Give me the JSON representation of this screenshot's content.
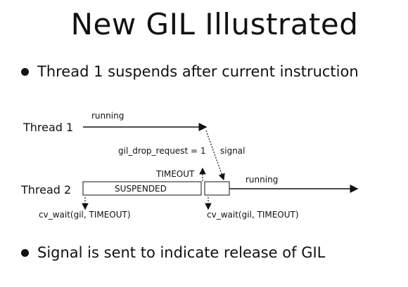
{
  "slide": {
    "title": "New GIL Illustrated",
    "bullets": [
      "Thread 1 suspends after current instruction",
      "Signal is sent to indicate release of GIL"
    ]
  },
  "diagram": {
    "thread1_label": "Thread 1",
    "thread2_label": "Thread 2",
    "running_label_1": "running",
    "running_label_2": "running",
    "gil_drop_request": "gil_drop_request = 1",
    "signal_label": "signal",
    "timeout_label": "TIMEOUT",
    "suspended_label": "SUSPENDED",
    "cv_wait_1": "cv_wait(gil, TIMEOUT)",
    "cv_wait_2": "cv_wait(gil, TIMEOUT)"
  }
}
